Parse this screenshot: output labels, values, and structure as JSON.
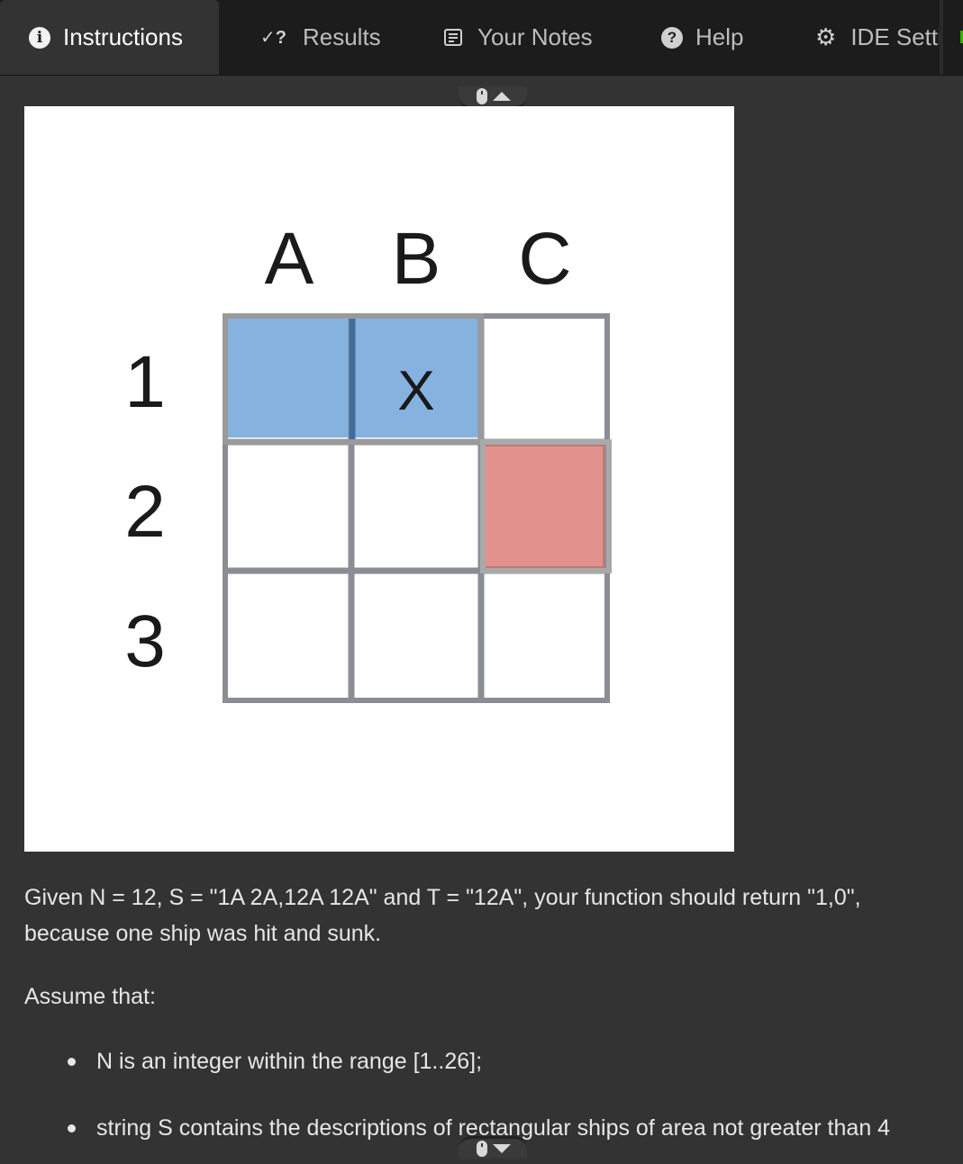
{
  "tabs": [
    {
      "label": "Instructions",
      "icon": "info-icon",
      "active": true
    },
    {
      "label": "Results",
      "icon": "check-question-icon",
      "active": false
    },
    {
      "label": "Your Notes",
      "icon": "notes-icon",
      "active": false
    },
    {
      "label": "Help",
      "icon": "help-icon",
      "active": false
    },
    {
      "label": "IDE Setti",
      "icon": "gear-icon",
      "active": false
    }
  ],
  "figure": {
    "columns": [
      "A",
      "B",
      "C"
    ],
    "rows": [
      "1",
      "2",
      "3"
    ],
    "hit_mark": "X",
    "ship_color": "#86b2e0",
    "ship_border_color": "#3f6e9e",
    "sunk_color": "#e2918c",
    "grid_line_color": "#8a8d94"
  },
  "content": {
    "example_text": "Given N = 12, S = \"1A 2A,12A 12A\" and T = \"12A\", your function should return \"1,0\", because one ship was hit and sunk.",
    "assume_text": "Assume that:",
    "bullets": [
      "N is an integer within the range [1..26];",
      "string S contains the descriptions of rectangular ships of area not greater than 4"
    ]
  }
}
